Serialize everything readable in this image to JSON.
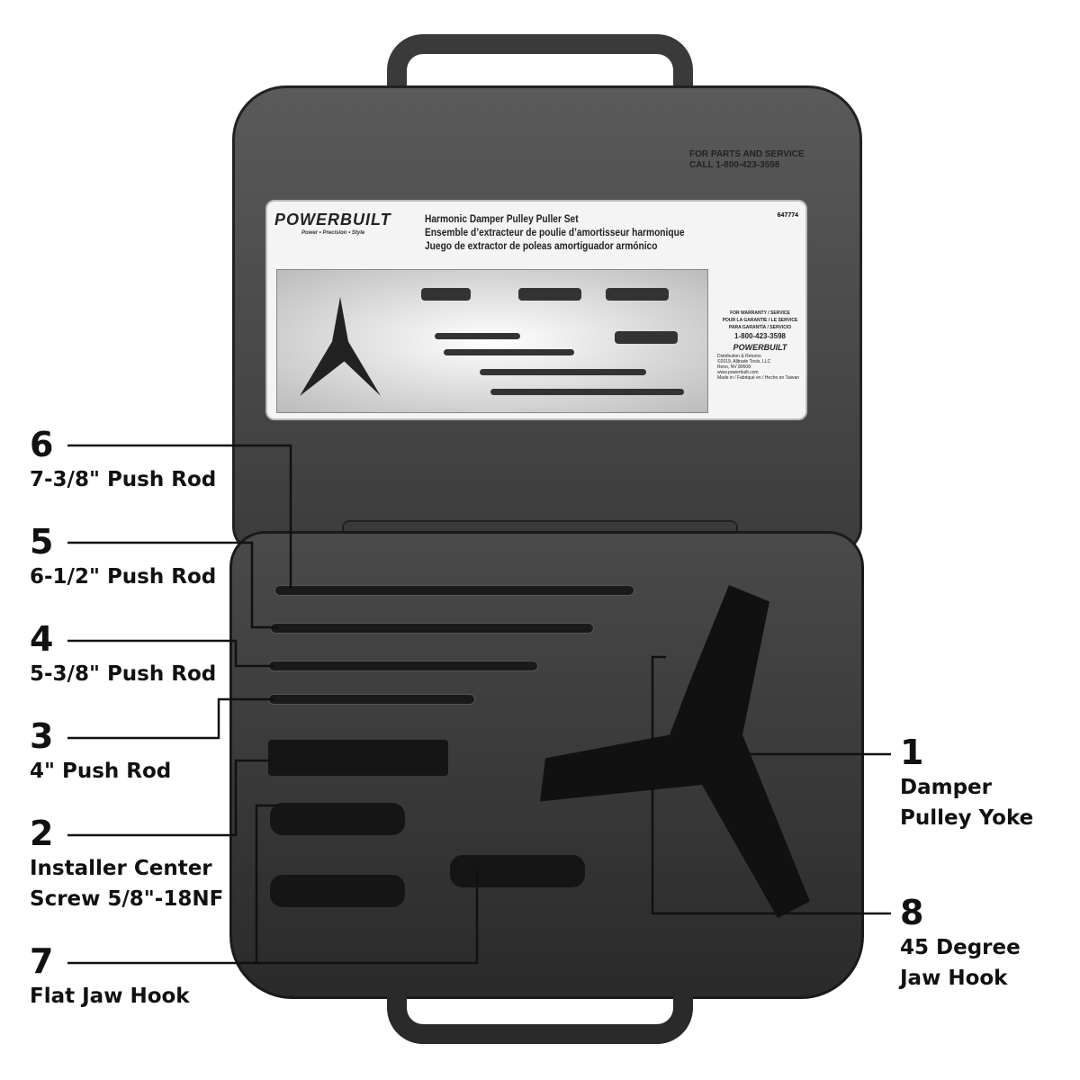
{
  "card": {
    "brand": "POWERBUILT",
    "tagline": "Power • Precision • Style",
    "sku": "647774",
    "titles": [
      "Harmonic Damper Pulley Puller Set",
      "Ensemble d’extracteur de poulie d’amortisseur harmonique",
      "Juego de extractor de poleas amortiguador armónico"
    ],
    "warranty": [
      "FOR WARRANTY / SERVICE",
      "POUR LA GARANTIE / LE SERVICE",
      "PARA GARANTÍA / SERVICIO"
    ],
    "phone": "1-800-423-3598",
    "distribution": [
      "Distribution & Returns",
      "©2019, Alltrade Tools, LLC",
      "Reno, NV 89508",
      "www.powerbuilt.com",
      "Made in / Fabriqué en / Hecho en Taiwan"
    ]
  },
  "lid_text": [
    "FOR PARTS AND SERVICE",
    "CALL 1-800-423-3598"
  ],
  "callouts": [
    {
      "num": "6",
      "label": "7-3/8\" Push Rod"
    },
    {
      "num": "5",
      "label": "6-1/2\" Push Rod"
    },
    {
      "num": "4",
      "label": "5-3/8\" Push Rod"
    },
    {
      "num": "3",
      "label": "4\" Push Rod"
    },
    {
      "num": "2",
      "label": "Installer Center",
      "label2": "Screw 5/8\"-18NF"
    },
    {
      "num": "7",
      "label": "Flat Jaw Hook"
    },
    {
      "num": "1",
      "label": "Damper",
      "label2": "Pulley Yoke"
    },
    {
      "num": "8",
      "label": "45 Degree",
      "label2": "Jaw Hook"
    }
  ]
}
